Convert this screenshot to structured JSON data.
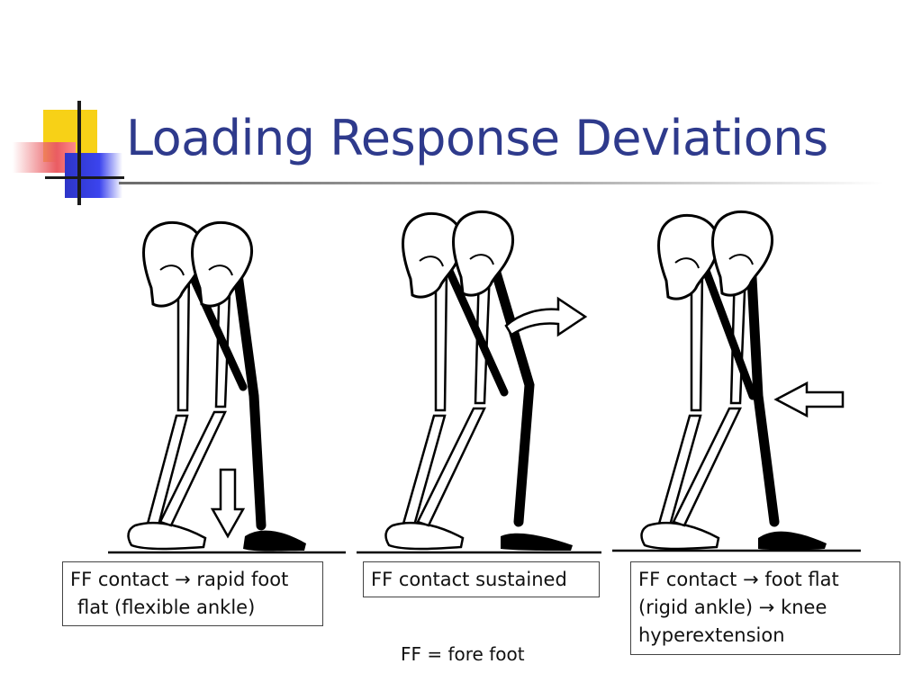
{
  "slide": {
    "title": "Loading Response Deviations",
    "footnote": "FF = fore foot"
  },
  "captions": [
    {
      "line1": "FF contact → rapid foot",
      "line2": "flat (flexible ankle)"
    },
    {
      "line1": "FF contact sustained"
    },
    {
      "line1": "FF contact → foot flat",
      "line2": "(rigid ankle) → knee",
      "line3": "hyperextension"
    }
  ],
  "illustrations": [
    {
      "arrow_icon": "down-arrow-icon"
    },
    {
      "arrow_icon": "curved-right-arrow-icon"
    },
    {
      "arrow_icon": "left-arrow-icon"
    }
  ],
  "colors": {
    "title": "#2e3a8c",
    "accent_yellow": "#f7d117",
    "accent_red": "#ea5c62",
    "accent_blue": "#3b44ee"
  }
}
